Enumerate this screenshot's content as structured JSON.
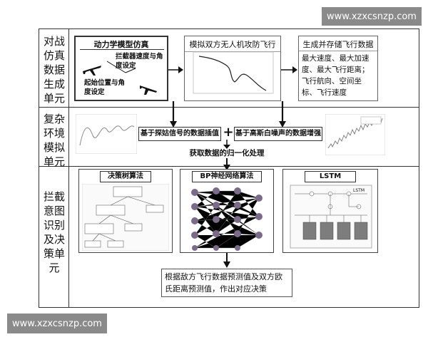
{
  "watermark_top": "www.xzxcsnzp.com",
  "watermark_bottom": "www.xzxcsnzp.com",
  "rows": [
    {
      "label": "对战仿真数据生成单元"
    },
    {
      "label": "复杂环境模拟单元"
    },
    {
      "label": "拦截意图识别及决策单元"
    }
  ],
  "row1": {
    "dynamics_box": {
      "title": "动力学模型仿真",
      "carrier_label": "拦截器速度与角度设定",
      "start_label": "起始位置与角度设定"
    },
    "simulate_box": {
      "title": "模拟双方无人机攻防飞行"
    },
    "store_box": {
      "title": "生成并存储飞行数据",
      "text": "最大速度、最大加速度、最大飞行距离；飞行航向、空间坐标、飞行速度"
    }
  },
  "row2": {
    "interp_label": "基于探姑信号的数据插值",
    "plus": "+",
    "noise_label": "基于高斯白噪声的数据增强",
    "norm_label": "获取数据的归一化处理"
  },
  "row3": {
    "tree_title": "决策树算法",
    "bp_title": "BP神经网络算法",
    "lstm_title": "LSTM",
    "lstm_inner": "LSTM",
    "decision_text": "根据敌方飞行数据预测值及双方欧氏距离预测值，作出对应决策"
  }
}
